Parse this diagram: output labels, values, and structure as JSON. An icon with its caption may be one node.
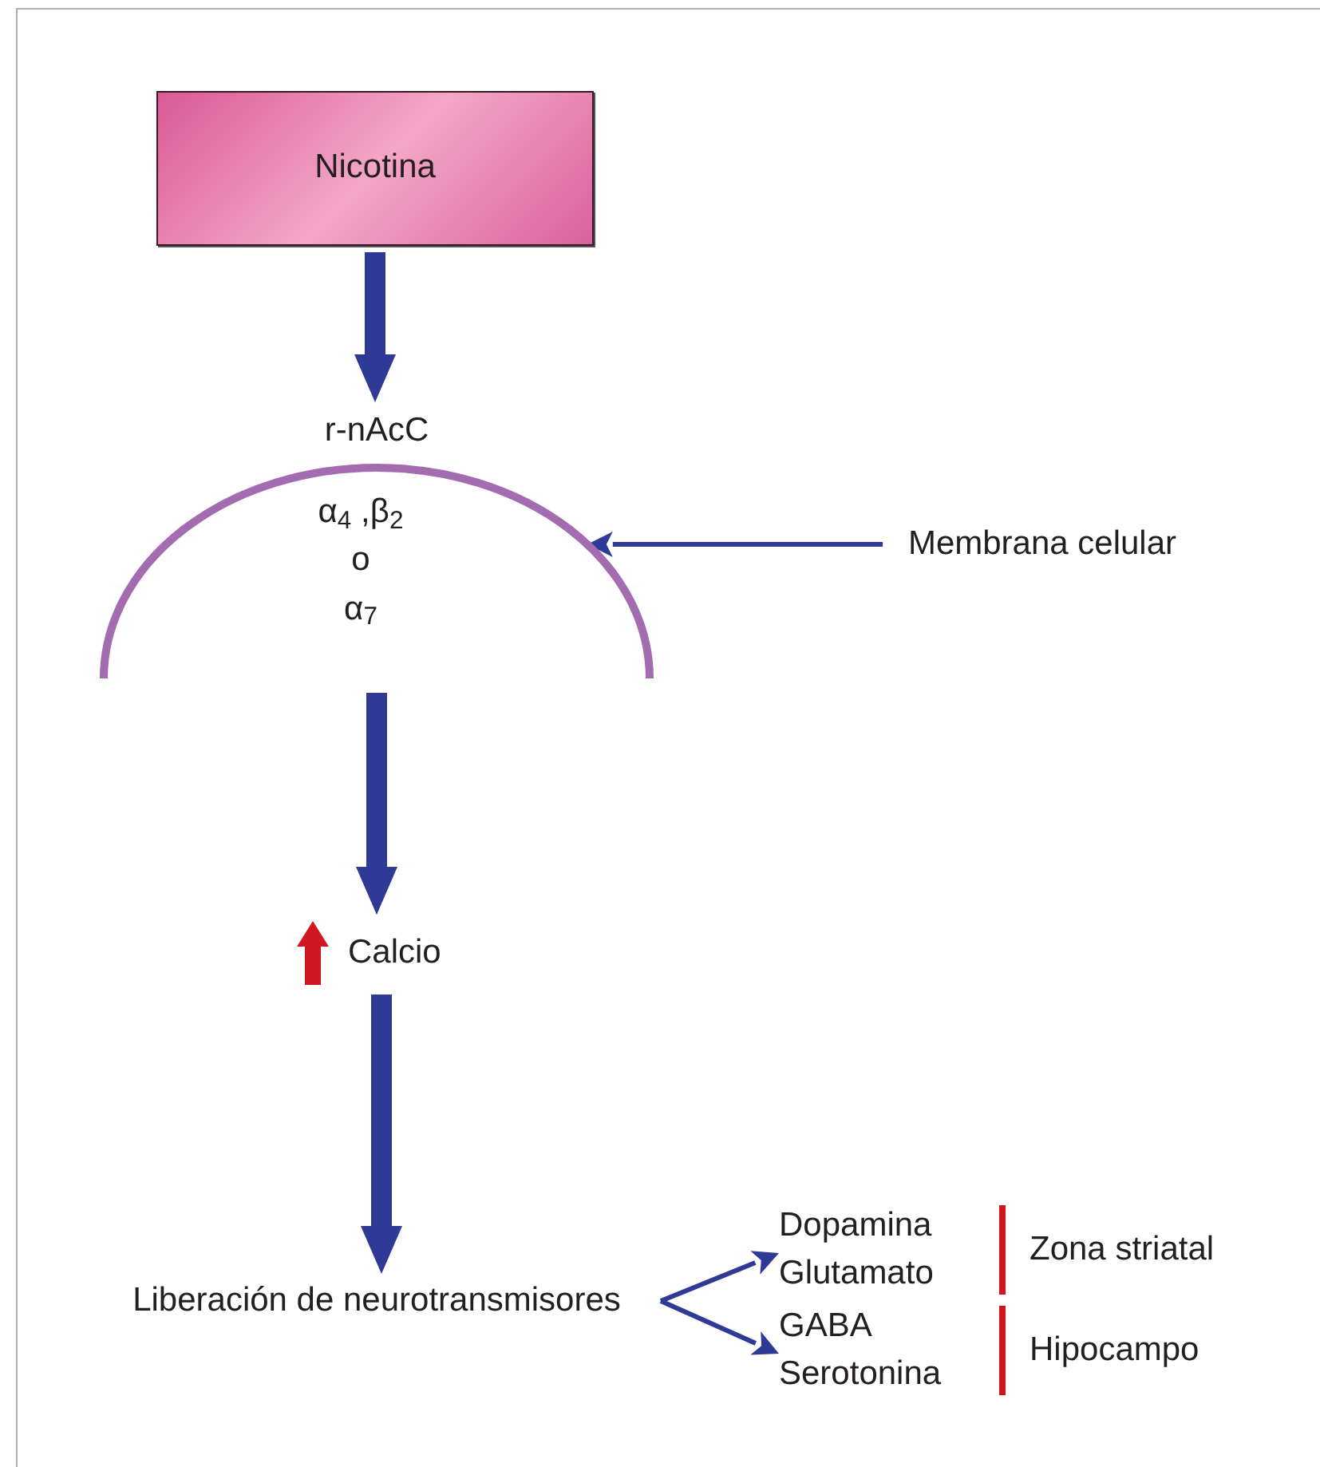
{
  "diagram": {
    "nodes": [
      {
        "text": [
          "Nicotina"
        ]
      },
      {
        "text": [
          "r-nAcC"
        ]
      },
      {
        "text": [
          "α$_{4}$ ,β$_{2}$",
          "o",
          "α$_{7}$"
        ]
      },
      {
        "text": [
          "Membrana celular"
        ]
      },
      {
        "text": [
          "Calcio"
        ]
      },
      {
        "text": [
          "Liberación de neurotransmisores"
        ]
      },
      {
        "text": [
          "Dopamina",
          "Glutamato"
        ],
        "beside": [
          "Zona striatal"
        ]
      },
      {
        "text": [
          "GABA",
          "Serotonina"
        ],
        "beside": [
          "Hipocampo"
        ]
      }
    ],
    "edges": [
      {
        "from": 0,
        "to": 1,
        "arrow": "to",
        "style": "thick"
      },
      {
        "from": 3,
        "to": 2,
        "arrow": "to"
      },
      {
        "from": 2,
        "to": 4,
        "arrow": "to",
        "style": "thick"
      },
      {
        "from": 4,
        "to": 5,
        "arrow": "to",
        "style": "thick"
      },
      {
        "from": 5,
        "to": 6,
        "arrow": "to"
      },
      {
        "from": 5,
        "to": 7,
        "arrow": "to"
      }
    ]
  }
}
